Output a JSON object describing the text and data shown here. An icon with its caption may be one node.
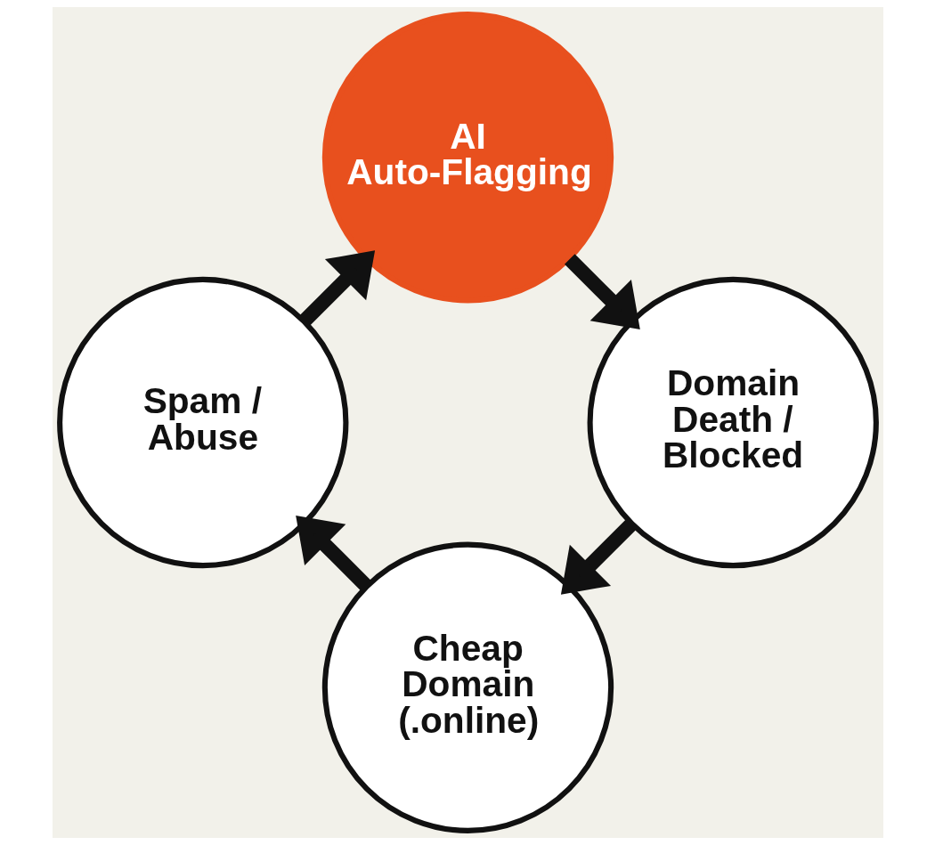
{
  "diagram": {
    "nodes": [
      {
        "text": [
          "Cheap Domain (.online)"
        ]
      },
      {
        "text": [
          "Spam / Abuse"
        ]
      },
      {
        "text": [
          "AI Auto-Flagging"
        ]
      },
      {
        "text": [
          "Domain Death / Blocked"
        ]
      }
    ],
    "edges": [
      {
        "from": 0,
        "to": 1,
        "arrow": "to"
      },
      {
        "from": 1,
        "to": 2,
        "arrow": "to"
      },
      {
        "from": 2,
        "to": 3,
        "arrow": "to"
      },
      {
        "from": 3,
        "to": 0,
        "arrow": "to"
      }
    ]
  }
}
